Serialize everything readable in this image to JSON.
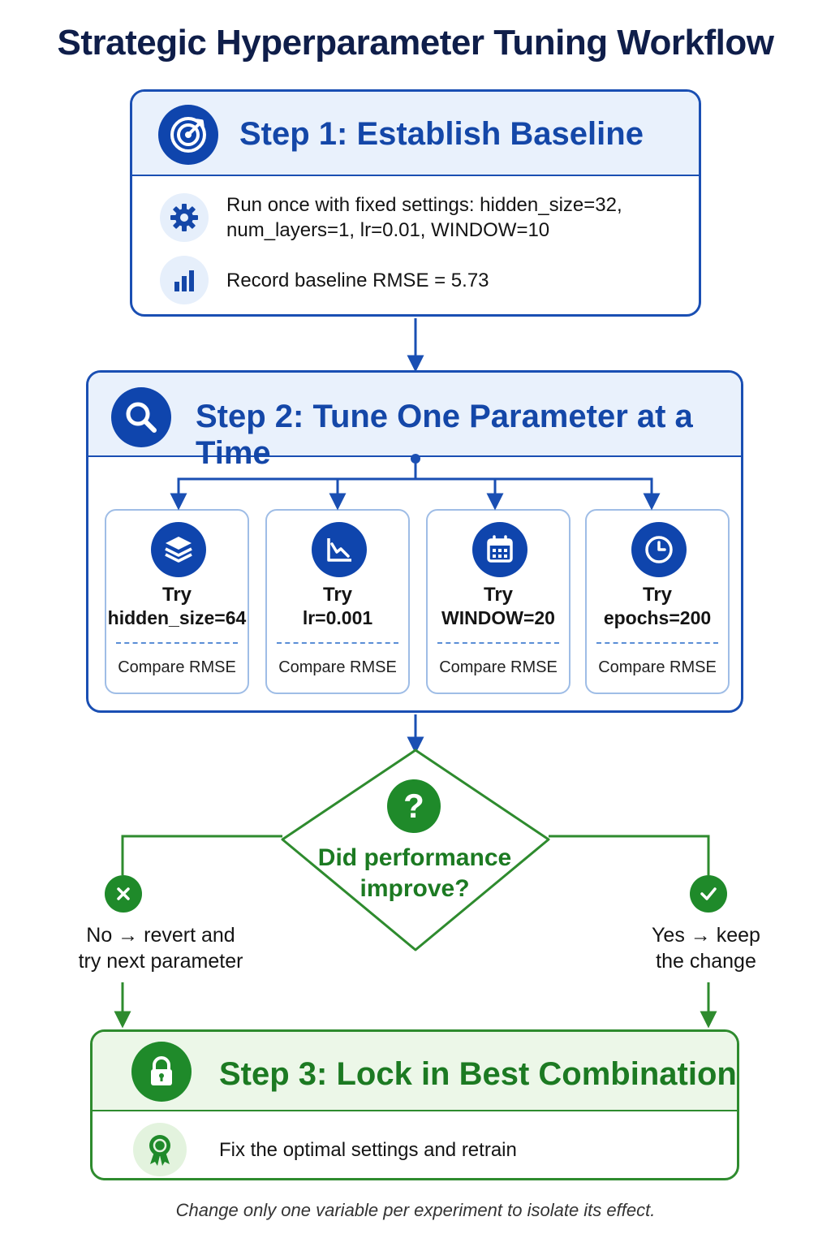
{
  "title": "Strategic Hyperparameter Tuning Workflow",
  "step1": {
    "title": "Step 1: Establish Baseline",
    "icon": "target-icon",
    "items": [
      {
        "icon": "gear-icon",
        "text_line1": "Run once with fixed settings: hidden_size=32,",
        "text_line2": "num_layers=1, lr=0.01, WINDOW=10"
      },
      {
        "icon": "bar-chart-icon",
        "text": "Record baseline RMSE = 5.73"
      }
    ]
  },
  "step2": {
    "title": "Step 2: Tune One Parameter at a Time",
    "icon": "search-icon",
    "cards": [
      {
        "icon": "layers-icon",
        "try": "Try",
        "param": "hidden_size=64",
        "compare": "Compare RMSE"
      },
      {
        "icon": "line-chart-icon",
        "try": "Try",
        "param": "lr=0.001",
        "compare": "Compare RMSE"
      },
      {
        "icon": "calendar-icon",
        "try": "Try",
        "param": "WINDOW=20",
        "compare": "Compare RMSE"
      },
      {
        "icon": "clock-icon",
        "try": "Try",
        "param": "epochs=200",
        "compare": "Compare RMSE"
      }
    ]
  },
  "decision": {
    "icon": "question-icon",
    "symbol": "?",
    "line1": "Did performance",
    "line2": "improve?",
    "no": {
      "icon": "x-icon",
      "line1": "No → revert and",
      "line2": "try next parameter"
    },
    "yes": {
      "icon": "check-icon",
      "line1": "Yes → keep",
      "line2": "the change"
    }
  },
  "step3": {
    "title": "Step 3: Lock in Best Combination",
    "icon": "lock-icon",
    "item": {
      "icon": "award-icon",
      "text": "Fix the optimal settings and retrain"
    }
  },
  "footer": "Change only one variable per experiment to isolate its effect.",
  "colors": {
    "primary_blue": "#1a4fb3",
    "header_blue": "#e9f1fc",
    "green": "#1f8a2a",
    "header_green": "#ecf7e8",
    "title_navy": "#0f1e4a"
  }
}
